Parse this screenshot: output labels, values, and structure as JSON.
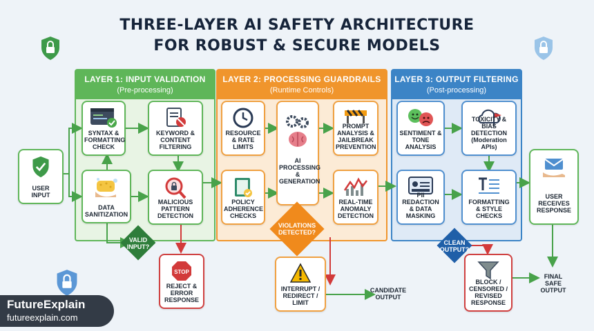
{
  "title": {
    "line1": "THREE-LAYER AI SAFETY ARCHITECTURE",
    "line2": "FOR ROBUST & SECURE MODELS"
  },
  "layers": {
    "l1": {
      "title": "LAYER 1: INPUT VALIDATION",
      "sub": "(Pre-processing)",
      "color": "#5fb659"
    },
    "l2": {
      "title": "LAYER 2: PROCESSING GUARDRAILS",
      "sub": "(Runtime Controls)",
      "color": "#f0952c"
    },
    "l3": {
      "title": "LAYER 3: OUTPUT FILTERING",
      "sub": "(Post-processing)",
      "color": "#3c84c6"
    }
  },
  "nodes": {
    "user_input": "USER\nINPUT",
    "syntax": "SYNTAX &\nFORMATTING\nCHECK",
    "keyword": "KEYWORD &\nCONTENT\nFILTERING",
    "sanitization": "DATA\nSANITIZATION",
    "malicious": "MALICIOUS\nPATTERN\nDETECTION",
    "valid_input": "VALID\nINPUT?",
    "reject": "REJECT &\nERROR\nRESPONSE",
    "resource": "RESOURCE\n& RATE\nLIMITS",
    "ai": "AI\nPROCESSING\n&\nGENERATION",
    "prompt": "PROMPT\nANALYSIS &\nJAILBREAK\nPREVENTION",
    "policy": "POLICY\nADHERENCE\nCHECKS",
    "anomaly": "REAL-TIME\nANOMALY\nDETECTION",
    "violations": "VIOLATIONS\nDETECTED?",
    "interrupt": "INTERRUPT /\nREDIRECT /\nLIMIT",
    "candidate": "CANDIDATE\nOUTPUT",
    "sentiment": "SENTIMENT &\nTONE\nANALYSIS",
    "toxicity": "TOXICITY & BIAS\nDETECTION\n(Moderation APIs)",
    "pii": "PII REDACTION\n& DATA\nMASKING",
    "formatting": "FORMATTING\n& STYLE\nCHECKS",
    "clean_output": "CLEAN\nOUTPUT?",
    "block": "BLOCK /\nCENSORED /\nREVISED\nRESPONSE",
    "user_receives": "USER\nRECEIVES\nRESPONSE",
    "final": "FINAL\nSAFE\nOUTPUT",
    "stop": "STOP"
  },
  "brand": {
    "name": "FutureExplain",
    "url": "futureexplain.com"
  }
}
